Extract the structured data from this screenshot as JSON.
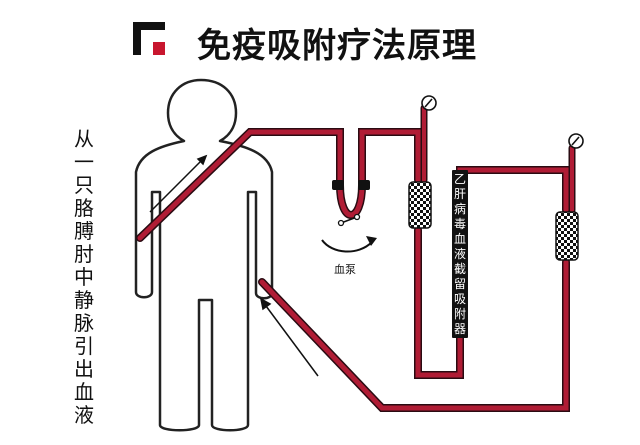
{
  "title": "免疫吸附疗法原理",
  "side_label": "从一只胳膊肘中静脉引出血液",
  "pump_label": "血泵",
  "column_label": "乙肝病毒血液截留吸附器",
  "colors": {
    "tube": "#b01c35",
    "tube_edge": "#2a0b12",
    "logo_red": "#c8162e",
    "text": "#111111"
  },
  "icons": [
    "logo-icon",
    "human-figure-icon",
    "pressure-gauge-icon",
    "pump-rotor-icon",
    "filter-chamber-icon",
    "flow-arrow-icon"
  ]
}
